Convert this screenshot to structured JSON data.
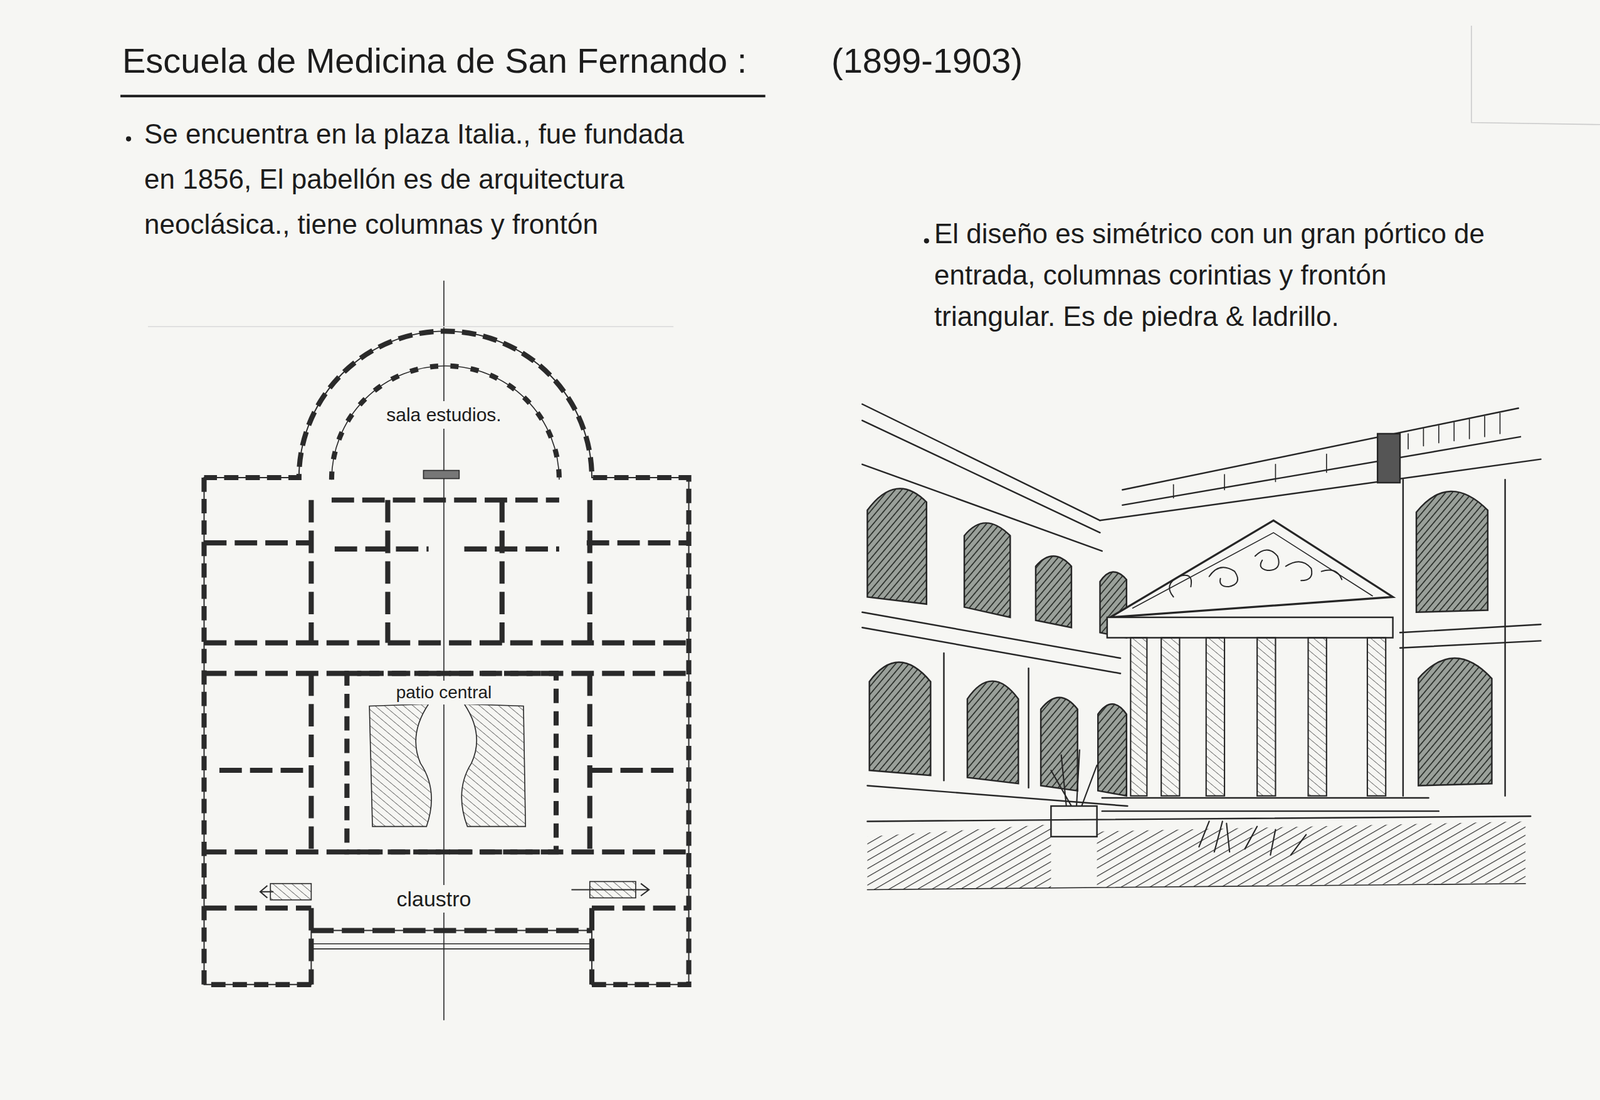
{
  "diagram": {
    "title": "Escuela de Medicina de San Fernando :",
    "labels": [
      "(1899-1903)",
      "Se encuentra en la plaza Italia., fue fundada en 1856, El pabellón es de arquitectura neoclásica., tiene columnas y frontón",
      "sala estudios.",
      "patio central",
      "claustro",
      "El diseño es simétrico con un gran pórtico de entrada, columnas corintias y frontón triangular. Es de piedra & ladrillo."
    ]
  }
}
